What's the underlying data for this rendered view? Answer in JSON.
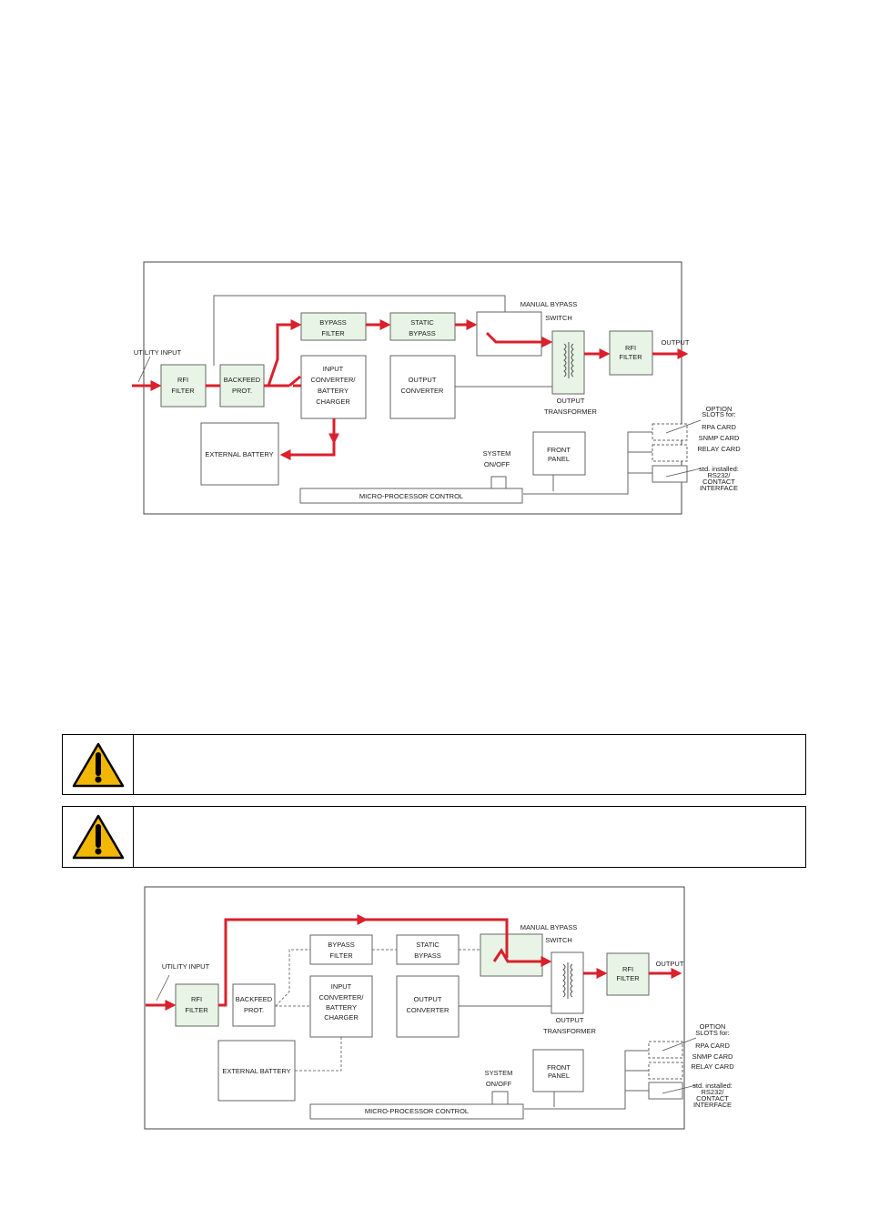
{
  "colors": {
    "power_path": "#d9202c",
    "box_fill": "#e8f5e6",
    "line": "#555555",
    "warning_yellow": "#f2b705"
  },
  "diagrams": [
    {
      "mode": "normal",
      "labels": {
        "utility_input": "UTILITY INPUT",
        "rfi_filter_in": [
          "RFI",
          "FILTER"
        ],
        "backfeed": [
          "BACKFEED",
          "PROT."
        ],
        "bypass_filter": [
          "BYPASS",
          "FILTER"
        ],
        "static_bypass": [
          "STATIC",
          "BYPASS"
        ],
        "manual_bypass": [
          "MANUAL BYPASS",
          "SWITCH"
        ],
        "input_converter": [
          "INPUT",
          "CONVERTER/",
          "BATTERY",
          "CHARGER"
        ],
        "output_converter": [
          "OUTPUT",
          "CONVERTER"
        ],
        "output_transformer": [
          "OUTPUT",
          "TRANSFORMER"
        ],
        "rfi_filter_out": [
          "RFI",
          "FILTER"
        ],
        "output": "OUTPUT",
        "external_battery": "EXTERNAL BATTERY",
        "system_onoff": [
          "SYSTEM",
          "ON/OFF"
        ],
        "front_panel": [
          "FRONT",
          "PANEL"
        ],
        "micro": "MICRO-PROCESSOR CONTROL",
        "option_slots": [
          "OPTION",
          "SLOTS for:"
        ],
        "rpa_card": "RPA CARD",
        "snmp_card": "SNMP CARD",
        "relay_card": "RELAY CARD",
        "std_installed": [
          "std. installed:",
          "RS232/",
          "CONTACT",
          "INTERFACE"
        ]
      }
    },
    {
      "mode": "manual-bypass",
      "labels": {
        "utility_input": "UTILITY INPUT",
        "rfi_filter_in": [
          "RFI",
          "FILTER"
        ],
        "backfeed": [
          "BACKFEED",
          "PROT."
        ],
        "bypass_filter": [
          "BYPASS",
          "FILTER"
        ],
        "static_bypass": [
          "STATIC",
          "BYPASS"
        ],
        "manual_bypass": [
          "MANUAL BYPASS",
          "SWITCH"
        ],
        "input_converter": [
          "INPUT",
          "CONVERTER/",
          "BATTERY",
          "CHARGER"
        ],
        "output_converter": [
          "OUTPUT",
          "CONVERTER"
        ],
        "output_transformer": [
          "OUTPUT",
          "TRANSFORMER"
        ],
        "rfi_filter_out": [
          "RFI",
          "FILTER"
        ],
        "output": "OUTPUT",
        "external_battery": "EXTERNAL BATTERY",
        "system_onoff": [
          "SYSTEM",
          "ON/OFF"
        ],
        "front_panel": [
          "FRONT",
          "PANEL"
        ],
        "micro": "MICRO-PROCESSOR CONTROL",
        "option_slots": [
          "OPTION",
          "SLOTS for:"
        ],
        "rpa_card": "RPA CARD",
        "snmp_card": "SNMP CARD",
        "relay_card": "RELAY CARD",
        "std_installed": [
          "std. installed:",
          "RS232/",
          "CONTACT",
          "INTERFACE"
        ]
      }
    }
  ],
  "warnings": [
    {
      "icon": "warning-triangle-icon",
      "text": ""
    },
    {
      "icon": "warning-triangle-icon",
      "text": ""
    }
  ]
}
